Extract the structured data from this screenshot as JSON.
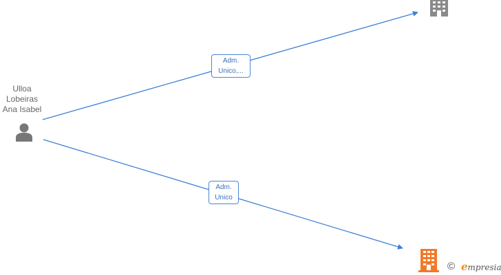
{
  "person": {
    "name_lines": [
      "Ulloa",
      "Lobeiras",
      "Ana Isabel"
    ]
  },
  "relations": [
    {
      "label_lines": [
        "Adm.",
        "Unico,..."
      ]
    },
    {
      "label_lines": [
        "Adm.",
        "Unico"
      ]
    }
  ],
  "footer": {
    "copyright_symbol": "©",
    "brand_first": "e",
    "brand_rest": "mpresia"
  },
  "colors": {
    "edge": "#3d7fd6",
    "building_gray": "#8a8a8a",
    "building_orange": "#f07a2a",
    "person_icon": "#777777"
  }
}
